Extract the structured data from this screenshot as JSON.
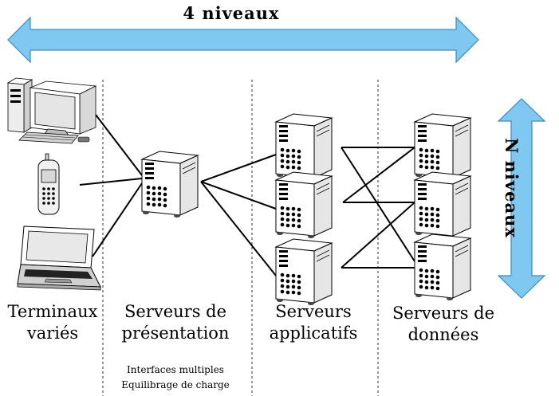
{
  "title": "4 niveaux",
  "side_title": "N niveaux",
  "columns": [
    {
      "line1": "Terminaux",
      "line2": "variés"
    },
    {
      "line1": "Serveurs de",
      "line2": "présentation"
    },
    {
      "line1": "Serveurs",
      "line2": "applicatifs"
    },
    {
      "line1": "Serveurs de",
      "line2": "données"
    }
  ],
  "notes": [
    "Interfaces multiples",
    "Equilibrage de charge"
  ],
  "colors": {
    "arrow_fill": "#7ec8f2",
    "arrow_stroke": "#3a8cc0",
    "line": "#000000"
  },
  "icons": [
    "desktop-computer-icon",
    "mobile-phone-icon",
    "laptop-icon",
    "tower-server-icon"
  ]
}
